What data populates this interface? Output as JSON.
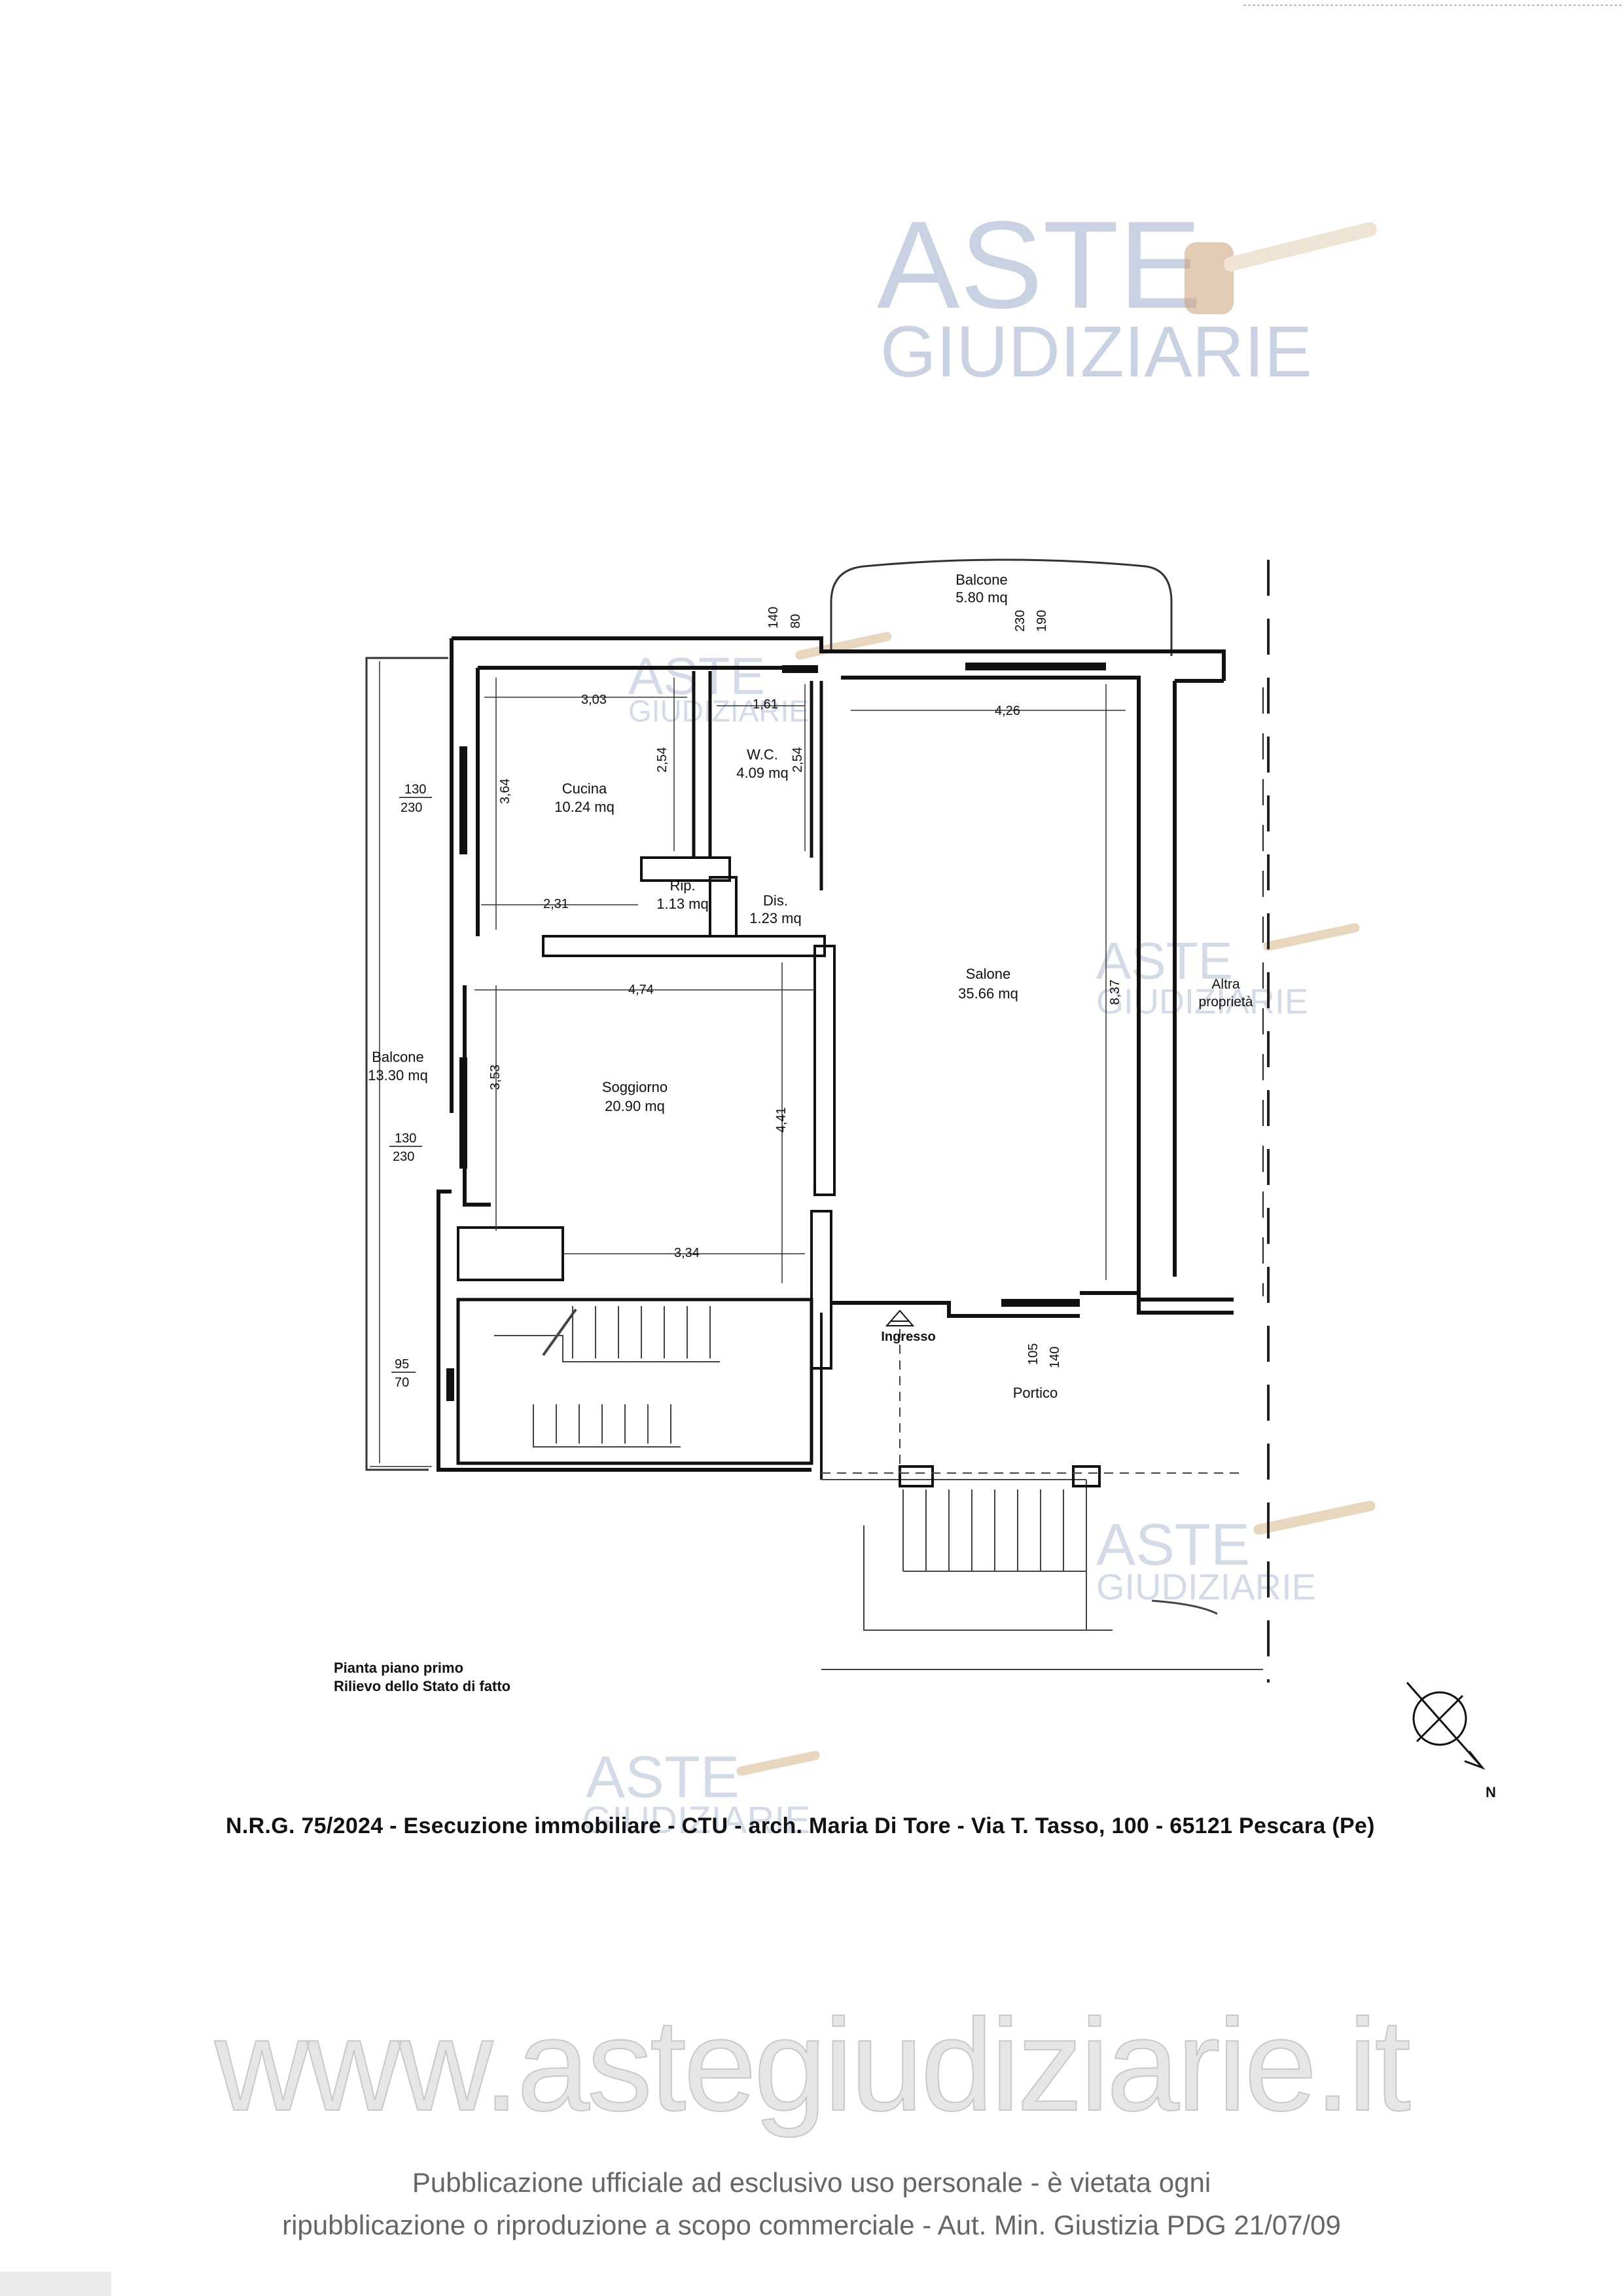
{
  "watermark": {
    "line1": "ASTE",
    "line2": "GIUDIZIARIE"
  },
  "rooms": {
    "balcone_top": {
      "name": "Balcone",
      "area": "5.80 mq"
    },
    "cucina": {
      "name": "Cucina",
      "area": "10.24 mq"
    },
    "wc": {
      "name": "W.C.",
      "area": "4.09 mq"
    },
    "rip": {
      "name": "Rip.",
      "area": "1.13 mq"
    },
    "dis": {
      "name": "Dis.",
      "area": "1.23 mq"
    },
    "salone": {
      "name": "Salone",
      "area": "35.66 mq"
    },
    "soggiorno": {
      "name": "Soggiorno",
      "area": "20.90 mq"
    },
    "balcone_left": {
      "name": "Balcone",
      "area": "13.30 mq"
    },
    "portico": {
      "name": "Portico"
    },
    "altra": {
      "line1": "Altra",
      "line2": "proprietà"
    },
    "ingresso": "Ingresso"
  },
  "dimensions": {
    "d303": "3,03",
    "d161": "1,61",
    "d426": "4,26",
    "d254a": "2,54",
    "d254b": "2,54",
    "d364": "3,64",
    "d231": "2,31",
    "d474": "4,74",
    "d837": "8,37",
    "d353": "3,53",
    "d441": "4,41",
    "d334": "3,34"
  },
  "openings": {
    "top_left_a": "140",
    "top_left_b": "80",
    "top_right_a": "230",
    "top_right_b": "190",
    "left1_a": "130",
    "left1_b": "230",
    "left2_a": "130",
    "left2_b": "230",
    "left3_a": "95",
    "left3_b": "70",
    "portico_a": "105",
    "portico_b": "140"
  },
  "plan_caption": {
    "line1": "Pianta piano primo",
    "line2": "Rilievo dello Stato di fatto"
  },
  "north_label": "N",
  "footer": {
    "caption": "N.R.G. 75/2024 - Esecuzione immobiliare - CTU - arch. Maria Di Tore - Via T. Tasso, 100 - 65121 Pescara (Pe)",
    "site": "www.astegiudiziarie.it",
    "notice1": "Pubblicazione ufficiale ad esclusivo uso personale - è vietata ogni",
    "notice2": "ripubblicazione o riproduzione a scopo commerciale - Aut. Min. Giustizia PDG 21/07/09"
  }
}
